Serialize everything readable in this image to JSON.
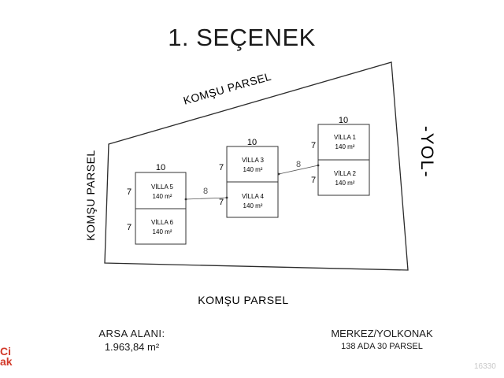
{
  "title": "1. SEÇENEK",
  "labels": {
    "top_neighbor": "KOMŞU PARSEL",
    "left_neighbor": "KOMŞU PARSEL",
    "bottom_neighbor": "KOMŞU PARSEL",
    "road": "-YOL-"
  },
  "villas": [
    {
      "name": "VİLLA 1",
      "area": "140 m²"
    },
    {
      "name": "VİLLA 2",
      "area": "140 m²"
    },
    {
      "name": "VİLLA 3",
      "area": "140 m²"
    },
    {
      "name": "VİLLA 4",
      "area": "140 m²"
    },
    {
      "name": "VİLLA 5",
      "area": "140 m²"
    },
    {
      "name": "VİLLA 6",
      "area": "140 m²"
    }
  ],
  "dimensions": {
    "block_width": "10",
    "villa_depth": "7",
    "gap": "8"
  },
  "footer": {
    "arsa_label": "ARSA ALANI:",
    "arsa_value": "1.963,84 m²",
    "location": "MERKEZ/YOLKONAK",
    "parcel": "138 ADA 30 PARSEL"
  },
  "logo_text": [
    "Ci",
    "ak"
  ],
  "watermark": "16330"
}
